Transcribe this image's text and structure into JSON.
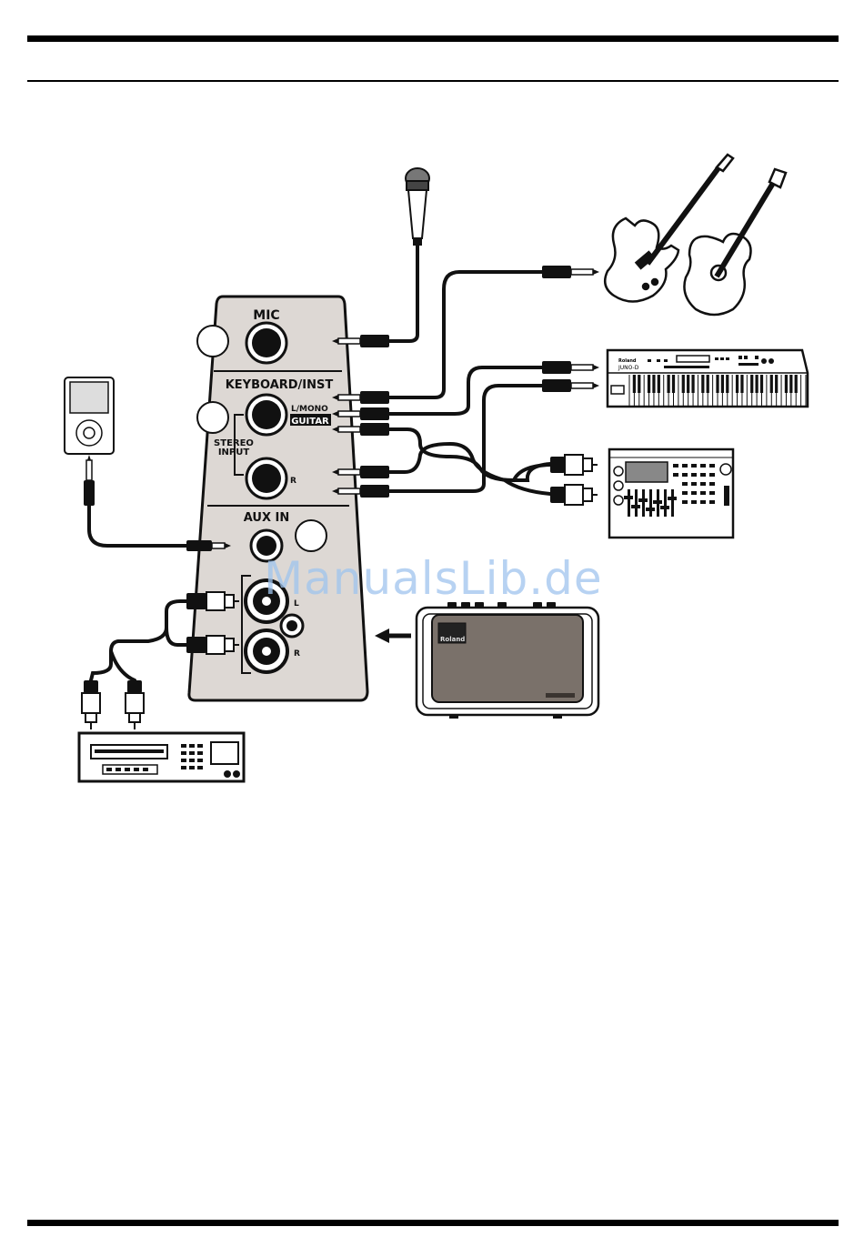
{
  "panel": {
    "mic_label": "MIC",
    "keyboard_label": "KEYBOARD/INST",
    "lmono_label": "L/MONO",
    "guitar_label": "GUITAR",
    "stereo_label": "STEREO",
    "input_label": "INPUT",
    "r_label": "R",
    "aux_label": "AUX IN",
    "aux_l_label": "L",
    "aux_r_label": "R"
  },
  "devices": {
    "keyboard_brand": "Roland",
    "keyboard_model": "JUNO-D",
    "amp_brand": "Roland"
  },
  "watermark": "ManualsLib.de",
  "colors": {
    "panel_fill": "#ddd8d4",
    "amp_grille": "#7a716a",
    "ink": "#111111",
    "watermark": "#9fc4ee"
  }
}
